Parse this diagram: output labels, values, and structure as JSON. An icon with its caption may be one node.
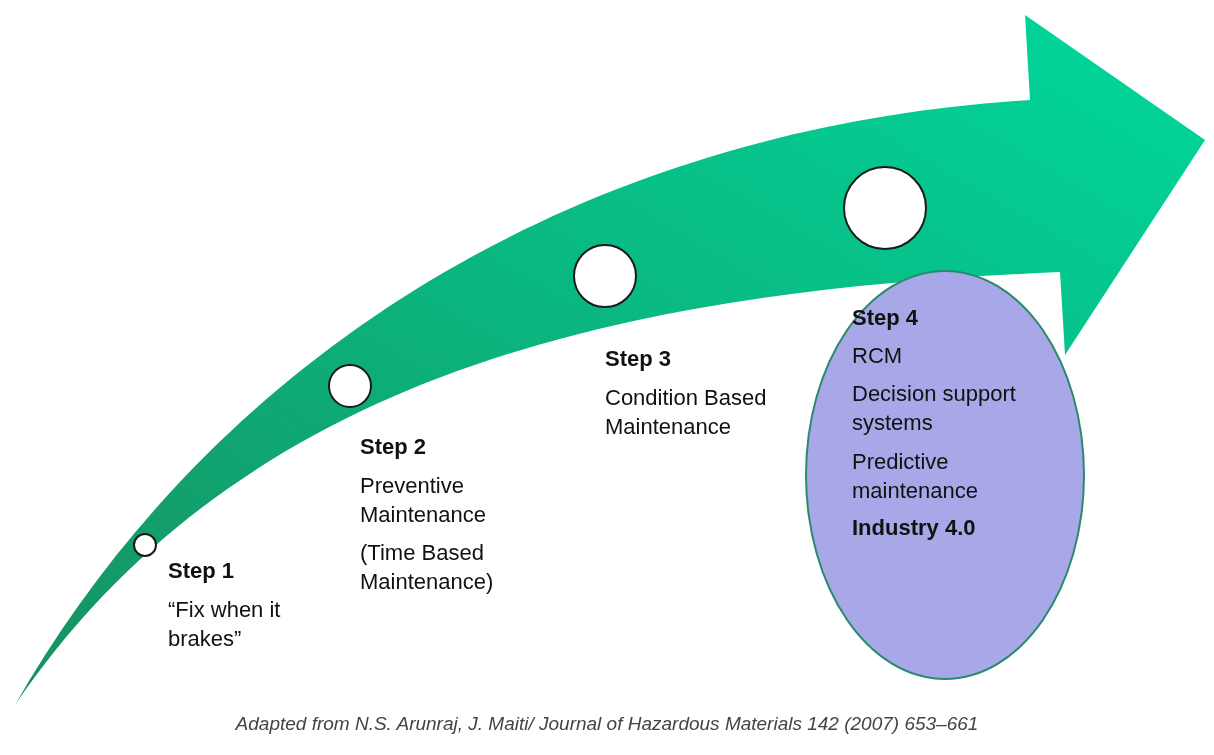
{
  "diagram": {
    "caption": "Adapted from N.S. Arunraj, J. Maiti/ Journal of Hazardous Materials 142 (2007) 653–661",
    "nodes": [
      {
        "text": [],
        "shape": "arrow"
      },
      {
        "text": [],
        "shape": "circle",
        "in": 0,
        "beside": [
          "Step 1",
          "“Fix when it brakes”"
        ]
      },
      {
        "text": [],
        "shape": "circle",
        "in": 0,
        "beside": [
          "Step 2",
          "Preventive Maintenance",
          "(Time Based Maintenance)"
        ]
      },
      {
        "text": [],
        "shape": "circle",
        "in": 0,
        "beside": [
          "Step 3",
          "Condition Based Maintenance"
        ]
      },
      {
        "text": [],
        "shape": "circle",
        "in": 0
      },
      {
        "text": [
          "Step 4",
          "RCM",
          "Decision support systems",
          "Predictive maintenance",
          "Industry 4.0"
        ]
      }
    ]
  }
}
